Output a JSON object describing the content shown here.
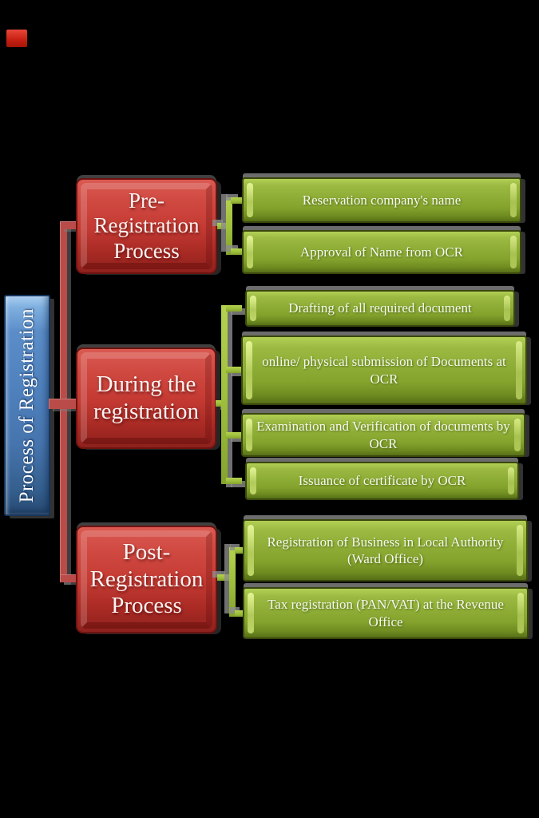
{
  "diagram": {
    "root": "Process of Registration",
    "groups": [
      {
        "label": "Pre-\nRegistration\nProcess",
        "steps": [
          "Reservation company's name",
          "Approval  of Name from OCR"
        ]
      },
      {
        "label": "During the\nregistration",
        "steps": [
          "Drafting of all required document",
          "online/ physical submission of Documents at\nOCR",
          "Examination and Verification  of documents by\nOCR",
          "Issuance of certificate  by OCR"
        ]
      },
      {
        "label": "Post-\nRegistration\nProcess",
        "steps": [
          "Registration of Business in Local Authority\n(Ward Office)",
          "Tax registration (PAN/VAT) at the Revenue\nOffice"
        ]
      }
    ],
    "colors": {
      "background": "#000000",
      "root_bar_blue": "#4f81bd",
      "group_box_red": "#c43a33",
      "step_box_green": "#8fae37",
      "connector_red": "#b94b48",
      "bracket_green": "#9cbe3b",
      "shadow_gray": "#8c8c8c",
      "text": "#ffffff"
    }
  }
}
